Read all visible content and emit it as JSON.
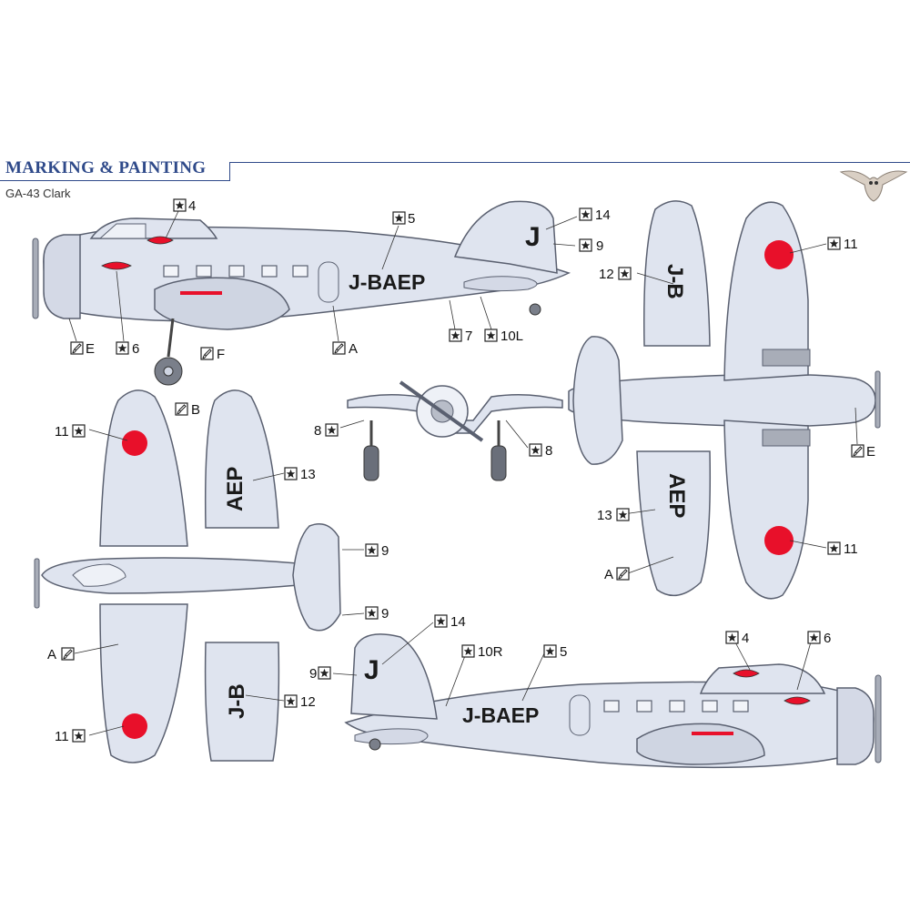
{
  "header": {
    "title": "MARKING & PAINTING",
    "subtitle": "GA-43 Clark"
  },
  "registration": "J-BAEP",
  "tail_letter": "J",
  "wing_upper_left": "J-B",
  "wing_upper_right": "AEP",
  "wing_lower_left": "J-B",
  "wing_lower_right": "AEP",
  "colors": {
    "airframe": "#dfe4ef",
    "airframe_shade": "#c6ccdb",
    "outline": "#5a6070",
    "hinomaru": "#e8102a",
    "accent_blue": "#2f4a8a"
  },
  "callouts": {
    "c4_top": "4",
    "c5_top": "5",
    "c14_top": "14",
    "c9_top": "9",
    "c12_topright": "12",
    "c11_topright": "11",
    "cE_left": "E",
    "c6_left": "6",
    "cF": "F",
    "cA_side": "A",
    "c7": "7",
    "c10L": "10L",
    "cB": "B",
    "c8_left": "8",
    "c8_right": "8",
    "cE_right": "E",
    "c11_midleft": "11",
    "c13_mid": "13",
    "c13_right": "13",
    "c9_mid1": "9",
    "c9_mid2": "9",
    "cA_right": "A",
    "c11_bottomright": "11",
    "cA_left": "A",
    "c12_bottom": "12",
    "c11_bottomleft": "11",
    "c14_bottom": "14",
    "c10R": "10R",
    "c5_bottom": "5",
    "c4_bottom": "4",
    "c6_bottom": "6",
    "c9_bottom": "9"
  }
}
